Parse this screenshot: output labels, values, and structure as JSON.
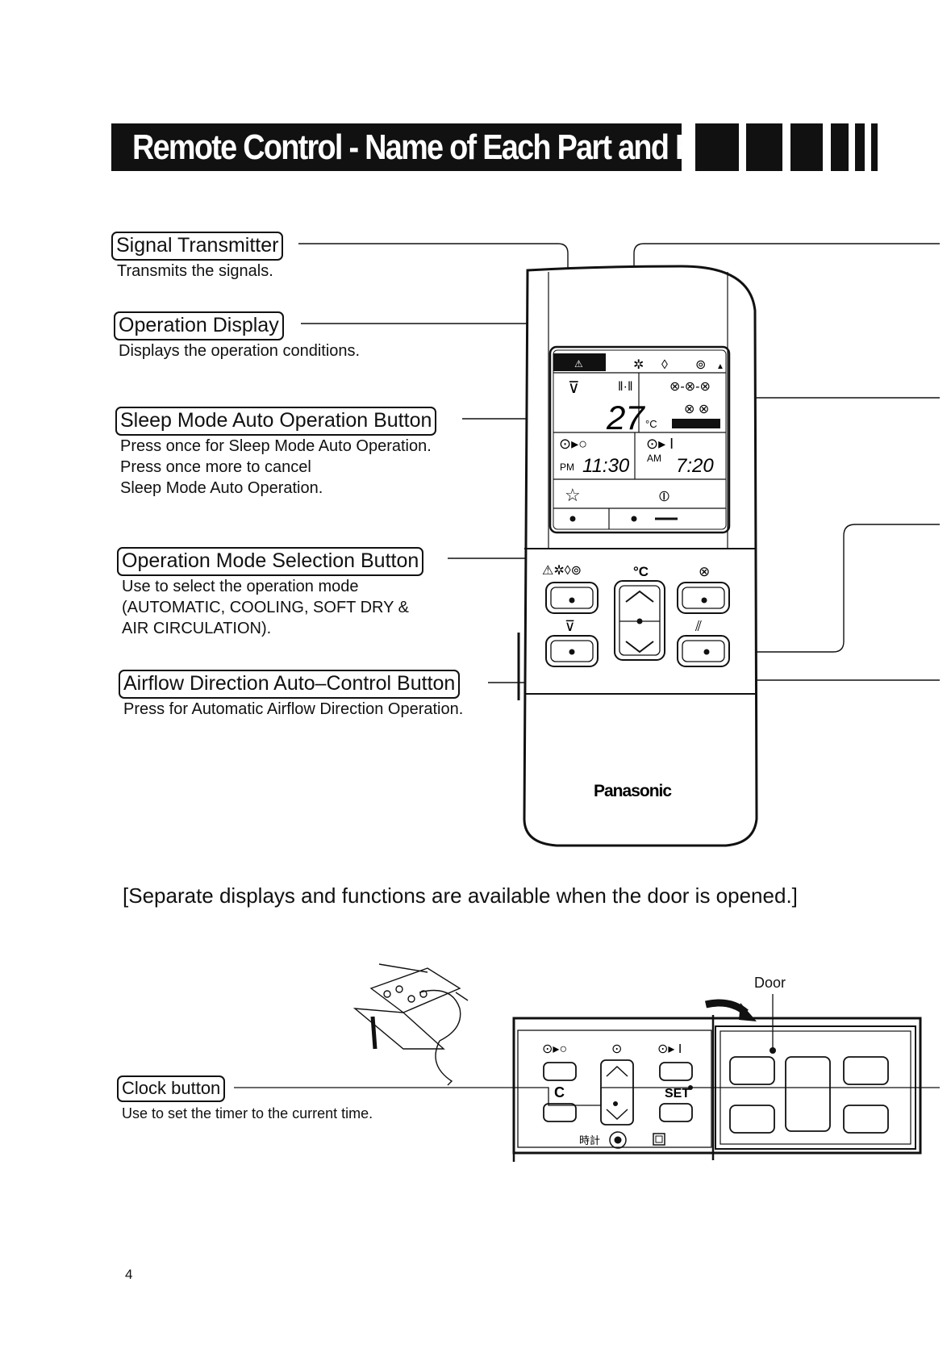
{
  "title": "Remote Control - Name of Each Part and Functions",
  "parts": [
    {
      "name": "Signal Transmitter",
      "description": "Transmits the signals."
    },
    {
      "name": "Operation Display",
      "description": "Displays the operation conditions."
    },
    {
      "name": "Sleep Mode Auto Operation Button",
      "description": "Press once for Sleep Mode Auto Operation.\nPress once more to cancel\nSleep Mode Auto Operation."
    },
    {
      "name": "Operation Mode Selection Button",
      "description": "Use to select the operation mode\n(AUTOMATIC, COOLING, SOFT DRY &\nAIR CIRCULATION)."
    },
    {
      "name": "Airflow Direction Auto–Control Button",
      "description": "Press for Automatic Airflow Direction Operation."
    }
  ],
  "remote": {
    "brand": "Panasonic",
    "display": {
      "temperature": "27",
      "temp_unit": "°C",
      "off_timer": "11:30",
      "off_period": "PM",
      "on_timer": "7:20",
      "on_period": "AM"
    },
    "temp_button_label": "°C"
  },
  "note": "[Separate displays and functions are available when the door is opened.]",
  "clock": {
    "name": "Clock button",
    "description": "Use to set the timer to the current time."
  },
  "door_panel": {
    "door_label": "Door",
    "clear_label": "C",
    "set_label": "SET",
    "clock_kanji": "時計"
  },
  "page_number": "4"
}
